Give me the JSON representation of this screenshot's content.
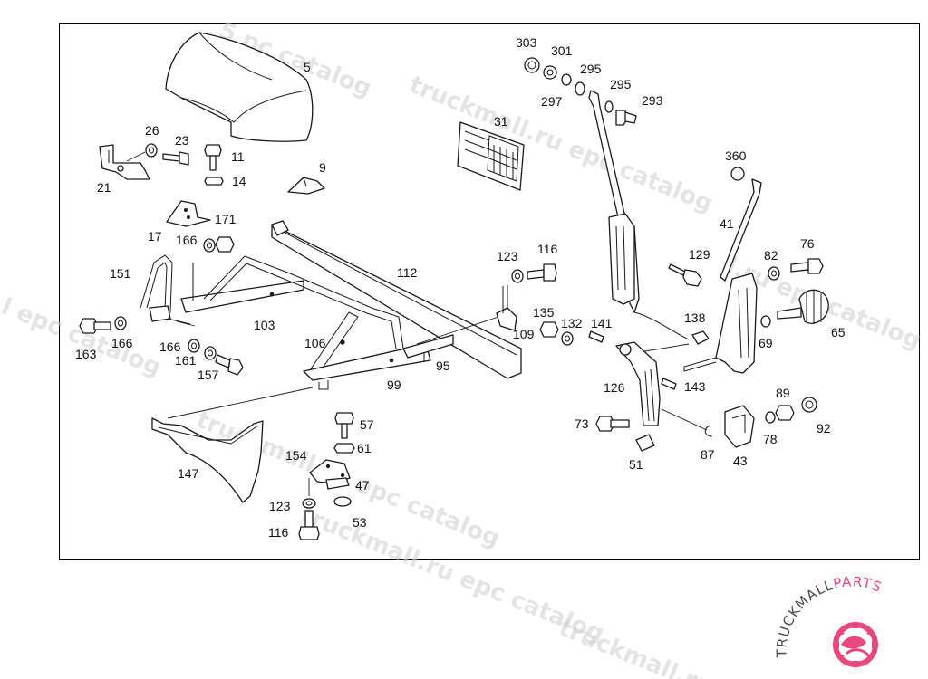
{
  "diagram": {
    "callouts": [
      "303",
      "301",
      "295",
      "295",
      "297",
      "293",
      "31",
      "5",
      "26",
      "23",
      "11",
      "21",
      "9",
      "14",
      "17",
      "166",
      "171",
      "360",
      "41",
      "123",
      "116",
      "129",
      "82",
      "76",
      "151",
      "112",
      "103",
      "109",
      "138",
      "135",
      "132",
      "141",
      "65",
      "69",
      "163",
      "166",
      "166",
      "161",
      "157",
      "106",
      "95",
      "99",
      "126",
      "143",
      "73",
      "89",
      "78",
      "92",
      "57",
      "61",
      "87",
      "43",
      "51",
      "154",
      "47",
      "123",
      "53",
      "116",
      "147"
    ]
  },
  "watermark": {
    "text_1": "5 pc catalog",
    "text_2": "truckmall.ru epc catalog",
    "text_3": "l epc catalog",
    "text_4": "l.ru epc catalog",
    "text_5": "truckmall.ru epc catalog",
    "text_6": "truckmall.ru epc catalog",
    "text_7": "truckmall.ru"
  },
  "brand": {
    "name_dark": "TRUCKMALL",
    "name_accent": "PARTS",
    "accent_color": "#e8477f",
    "dark_color": "#4a4a4a"
  }
}
